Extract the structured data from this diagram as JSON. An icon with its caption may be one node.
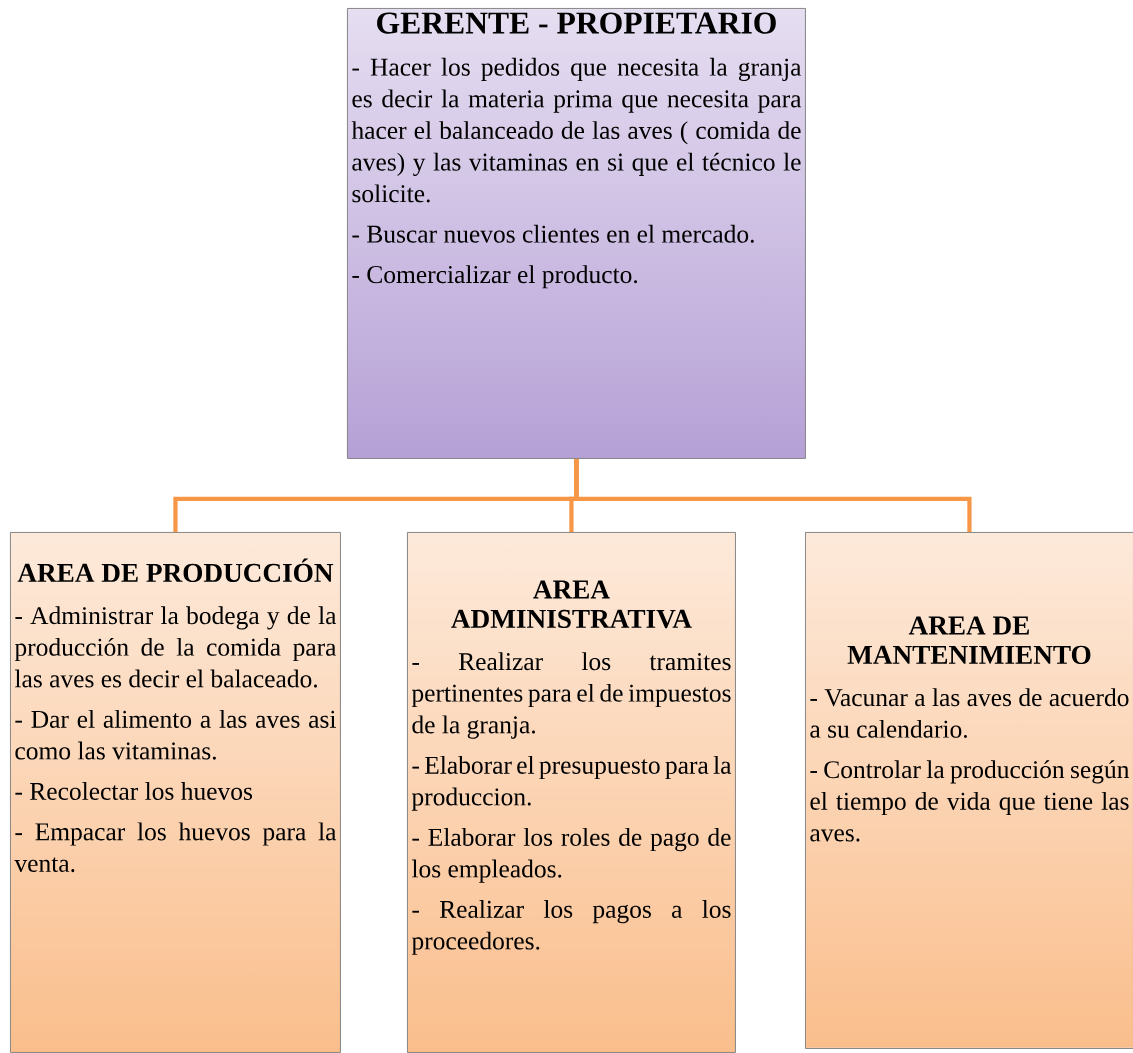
{
  "diagram": {
    "nodes": [
      {
        "text": [
          "GERENTE - PROPIETARIO",
          "- Hacer los pedidos que necesita la granja es decir la materia prima que necesita para hacer el balanceado de las aves ( comida de aves) y las vitaminas en si que el técnico le solicite.",
          "- Buscar nuevos clientes en el mercado.",
          "- Comercializar el producto."
        ]
      },
      {
        "text": [
          "AREA DE PRODUCCIÓN",
          "- Administrar la bodega y de la producción de la comida para las aves es decir el balaceado.",
          "- Dar el alimento a las aves asi como las vitaminas.",
          "- Recolectar los huevos",
          "- Empacar los huevos para la venta."
        ]
      },
      {
        "text": [
          "AREA ADMINISTRATIVA",
          "- Realizar los tramites pertinentes para el de impuestos de la granja.",
          "- Elaborar el presupuesto para la produccion.",
          "- Elaborar los roles de pago de los empleados.",
          "- Realizar los pagos a los proceedores."
        ]
      },
      {
        "text": [
          "AREA DE MANTENIMIENTO",
          "- Vacunar a las aves de acuerdo a su calendario.",
          "- Controlar la producción según el tiempo de vida que tiene las aves."
        ]
      }
    ],
    "edges": [
      {
        "from": 0,
        "to": 1,
        "arrow": "none"
      },
      {
        "from": 0,
        "to": 2,
        "arrow": "none"
      },
      {
        "from": 0,
        "to": 3,
        "arrow": "none"
      }
    ]
  }
}
